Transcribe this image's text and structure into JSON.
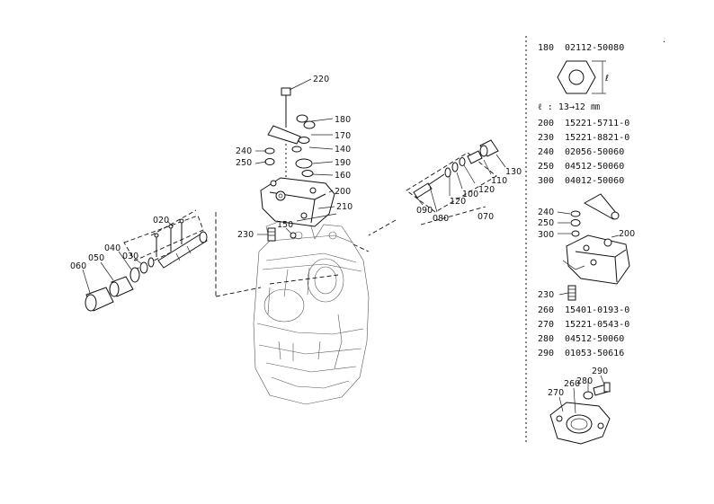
{
  "callouts": {
    "l220": "220",
    "l180a": "180",
    "l170": "170",
    "l140": "140",
    "l190": "190",
    "l160": "160",
    "l200": "200",
    "l210": "210",
    "l240": "240",
    "l250": "250",
    "l230": "230",
    "l150": "150",
    "l020": "020",
    "l040": "040",
    "l050": "050",
    "l060": "060",
    "l030": "030",
    "l130": "130",
    "l110": "110",
    "l120a": "120",
    "l100": "100",
    "l120b": "120",
    "l090": "090",
    "l080": "080",
    "l070": "070",
    "r240": "240",
    "r250": "250",
    "r300": "300",
    "r200": "200",
    "r230": "230",
    "r290": "290",
    "r280": "280",
    "r260": "260",
    "r270": "270"
  },
  "nut_spec": {
    "ref": "180",
    "part_no": "02112-50080",
    "dimension": "ℓ : 13→12 ㎜",
    "dim_letter": "ℓ"
  },
  "parts_table_a": [
    {
      "ref": "200",
      "part_no": "15221-5711-0"
    },
    {
      "ref": "230",
      "part_no": "15221-8821-0"
    },
    {
      "ref": "240",
      "part_no": "02056-50060"
    },
    {
      "ref": "250",
      "part_no": "04512-50060"
    },
    {
      "ref": "300",
      "part_no": "04012-50060"
    }
  ],
  "parts_table_b": [
    {
      "ref": "260",
      "part_no": "15401-0193-0"
    },
    {
      "ref": "270",
      "part_no": "15221-0543-0"
    },
    {
      "ref": "280",
      "part_no": "04512-50060"
    },
    {
      "ref": "290",
      "part_no": "01053-50616"
    }
  ]
}
